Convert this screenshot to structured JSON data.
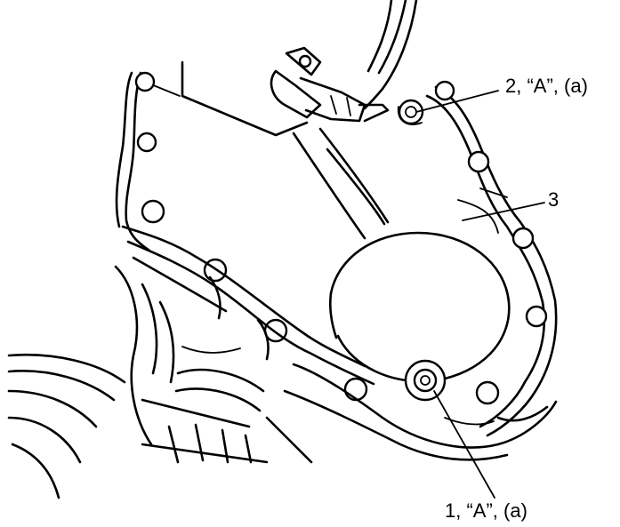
{
  "callouts": {
    "item1": "1, “A”, (a)",
    "item2": "2, “A”, (a)",
    "item3": "3"
  },
  "colors": {
    "ink": "#000000",
    "background": "#ffffff"
  }
}
